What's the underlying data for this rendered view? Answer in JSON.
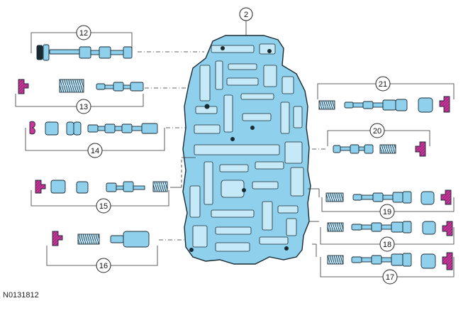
{
  "figure_id": "N0131812",
  "callouts": {
    "c2": "2",
    "c12": "12",
    "c13": "13",
    "c14": "14",
    "c15": "15",
    "c16": "16",
    "c17": "17",
    "c18": "18",
    "c19": "19",
    "c20": "20",
    "c21": "21"
  },
  "colors": {
    "part_fill": "#8fd0ec",
    "part_light": "#c5e9f7",
    "part_stroke": "#1a2a33",
    "clip_magenta": "#c8369b",
    "clip_dark": "#2a1a26",
    "leader": "#333333"
  }
}
